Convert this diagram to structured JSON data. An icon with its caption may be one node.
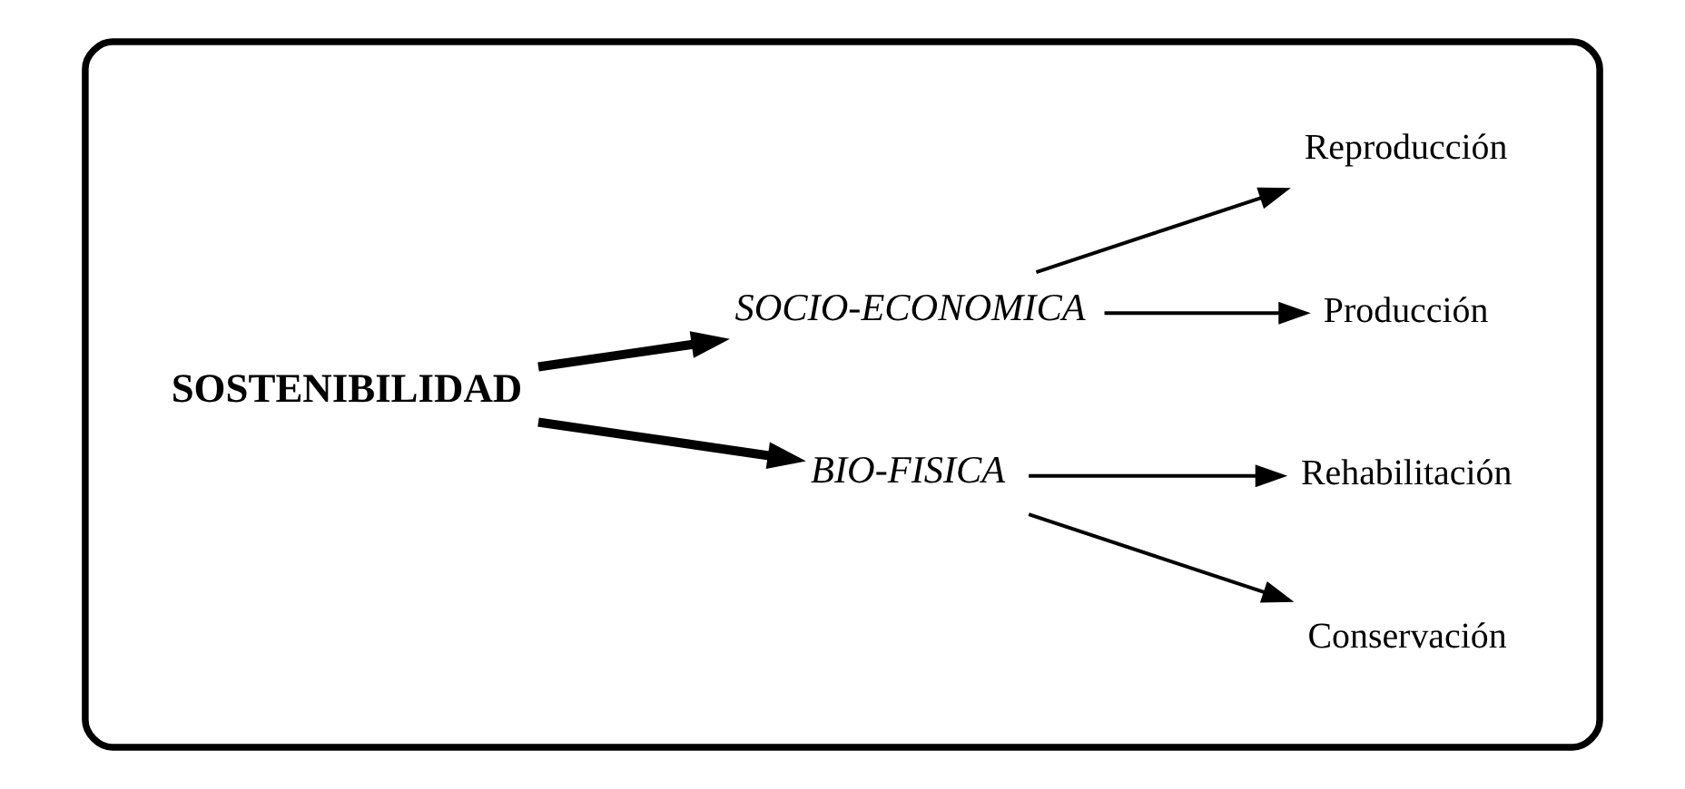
{
  "diagram": {
    "nodes": [
      {
        "text": [],
        "shape": "box"
      },
      {
        "text": [
          "SOSTENIBILIDAD"
        ],
        "in": 0
      },
      {
        "text": [
          "BIO-FISICA"
        ],
        "in": 0
      },
      {
        "text": [
          "Conservación"
        ],
        "in": 0
      },
      {
        "text": [
          "Rehabilitación"
        ],
        "in": 0
      },
      {
        "text": [
          "SOCIO-ECONOMICA"
        ],
        "in": 0
      },
      {
        "text": [
          "Producción"
        ],
        "in": 0
      },
      {
        "text": [
          "Reproducción"
        ],
        "in": 0
      }
    ],
    "edges": [
      {
        "from": 1,
        "to": 2,
        "arrow": "to",
        "style": "thick"
      },
      {
        "from": 1,
        "to": 5,
        "arrow": "to",
        "style": "thick"
      },
      {
        "from": 2,
        "to": 3,
        "arrow": "to"
      },
      {
        "from": 2,
        "to": 4,
        "arrow": "to"
      },
      {
        "from": 5,
        "to": 6,
        "arrow": "to"
      },
      {
        "from": 5,
        "to": 7,
        "arrow": "to"
      }
    ]
  }
}
